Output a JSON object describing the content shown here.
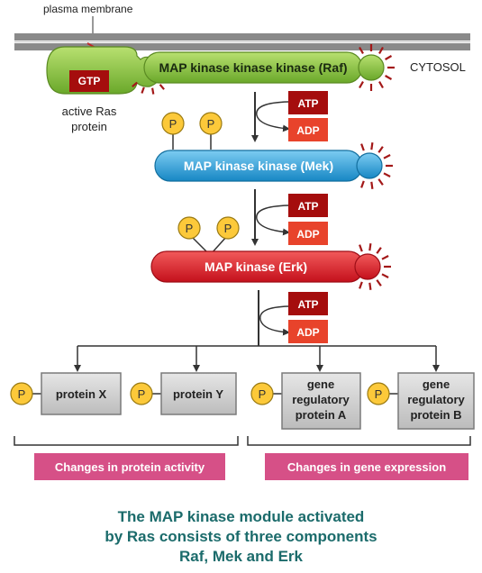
{
  "labels": {
    "plasma_membrane": "plasma membrane",
    "cytosol": "CYTOSOL",
    "ras_line1": "active Ras",
    "ras_line2": "protein",
    "gtp": "GTP",
    "phosphate": "P",
    "atp": "ATP",
    "adp": "ADP"
  },
  "kinases": [
    {
      "name": "MAP kinase kinase kinase (Raf)",
      "color": "#8cc83c"
    },
    {
      "name": "MAP kinase kinase (Mek)",
      "color": "#2a9fd8"
    },
    {
      "name": "MAP kinase (Erk)",
      "color": "#e0192a"
    }
  ],
  "targets": [
    {
      "lines": [
        "protein X"
      ]
    },
    {
      "lines": [
        "protein Y"
      ]
    },
    {
      "lines": [
        "gene",
        "regulatory",
        "protein A"
      ]
    },
    {
      "lines": [
        "gene",
        "regulatory",
        "protein B"
      ]
    }
  ],
  "outcomes": [
    "Changes in protein activity",
    "Changes in gene expression"
  ],
  "caption": [
    "The MAP kinase module activated",
    "by Ras consists of three components",
    "Raf, Mek and Erk"
  ],
  "colors": {
    "membrane": "#8a8a8a",
    "atp_fill": "#a50d0d",
    "adp_fill": "#e8432b",
    "phosphate_fill": "#fcc93a",
    "target_box": "#cfcfcf",
    "outcome_box": "#d65087",
    "caption_text": "#1b6b6b",
    "activation_rays": "#a31818"
  }
}
